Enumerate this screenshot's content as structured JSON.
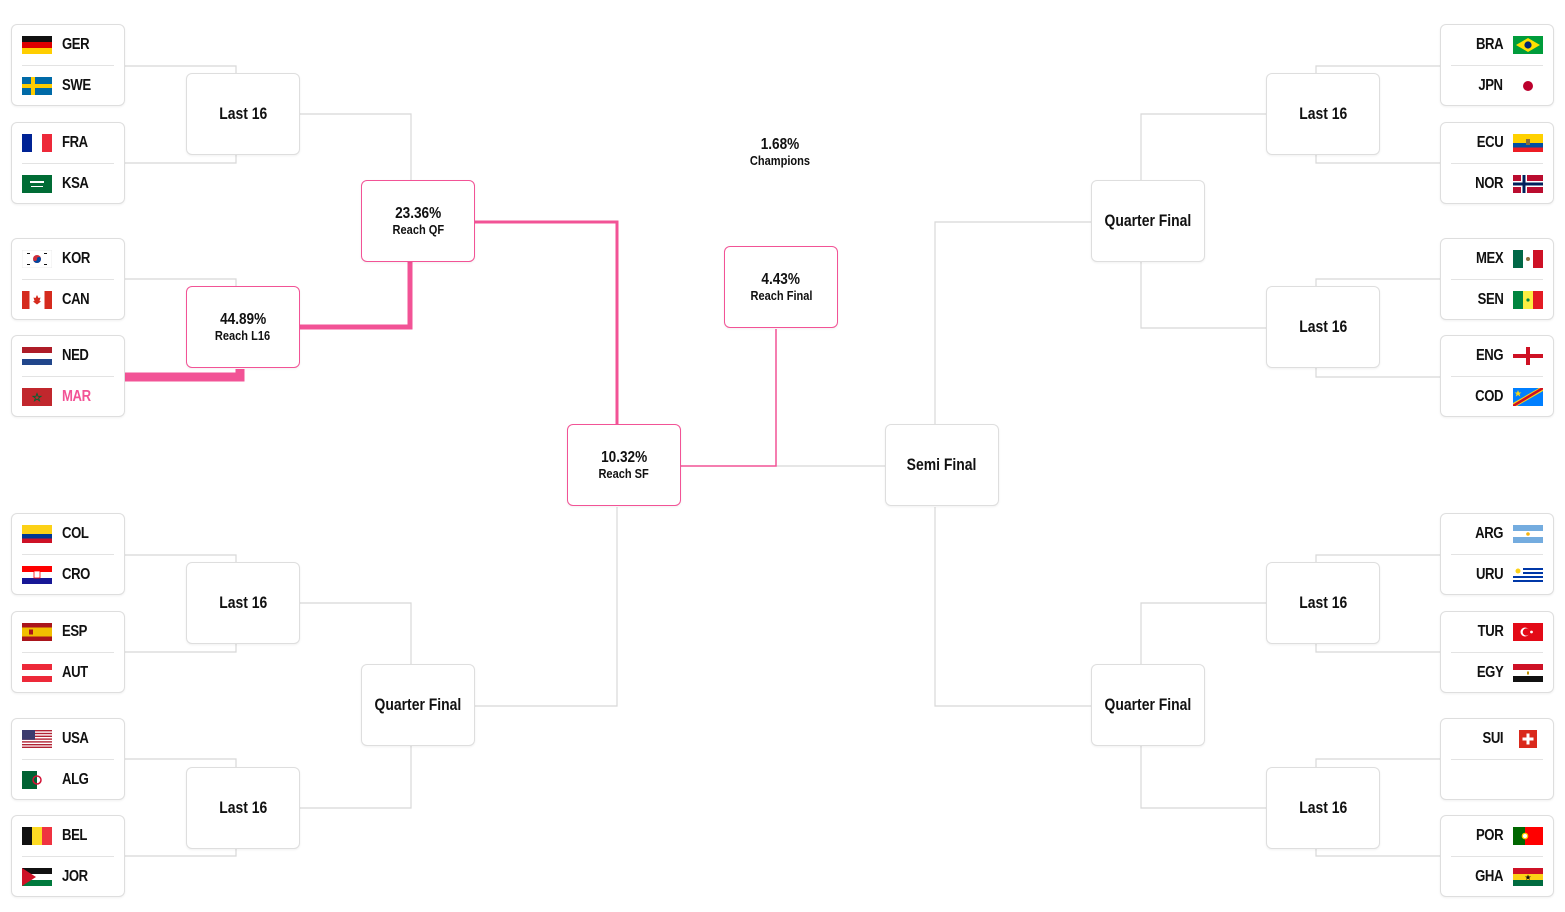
{
  "colors": {
    "accent": "#f25396",
    "line": "#d8d8d8",
    "border": "#dedede"
  },
  "left_teams": [
    {
      "code": "GER",
      "flag": "germany-flag"
    },
    {
      "code": "SWE",
      "flag": "sweden-flag"
    },
    {
      "code": "FRA",
      "flag": "france-flag"
    },
    {
      "code": "KSA",
      "flag": "saudi-arabia-flag"
    },
    {
      "code": "KOR",
      "flag": "south-korea-flag"
    },
    {
      "code": "CAN",
      "flag": "canada-flag"
    },
    {
      "code": "NED",
      "flag": "netherlands-flag"
    },
    {
      "code": "MAR",
      "flag": "morocco-flag",
      "highlight": true
    },
    {
      "code": "COL",
      "flag": "colombia-flag"
    },
    {
      "code": "CRO",
      "flag": "croatia-flag"
    },
    {
      "code": "ESP",
      "flag": "spain-flag"
    },
    {
      "code": "AUT",
      "flag": "austria-flag"
    },
    {
      "code": "USA",
      "flag": "usa-flag"
    },
    {
      "code": "ALG",
      "flag": "algeria-flag"
    },
    {
      "code": "BEL",
      "flag": "belgium-flag"
    },
    {
      "code": "JOR",
      "flag": "jordan-flag"
    }
  ],
  "right_teams": [
    {
      "code": "BRA",
      "flag": "brazil-flag"
    },
    {
      "code": "JPN",
      "flag": "japan-flag"
    },
    {
      "code": "ECU",
      "flag": "ecuador-flag"
    },
    {
      "code": "NOR",
      "flag": "norway-flag"
    },
    {
      "code": "MEX",
      "flag": "mexico-flag"
    },
    {
      "code": "SEN",
      "flag": "senegal-flag"
    },
    {
      "code": "ENG",
      "flag": "england-flag"
    },
    {
      "code": "COD",
      "flag": "dr-congo-flag"
    },
    {
      "code": "ARG",
      "flag": "argentina-flag"
    },
    {
      "code": "URU",
      "flag": "uruguay-flag"
    },
    {
      "code": "TUR",
      "flag": "turkey-flag"
    },
    {
      "code": "EGY",
      "flag": "egypt-flag"
    },
    {
      "code": "SUI",
      "flag": "switzerland-flag"
    },
    {
      "code": "",
      "flag": ""
    },
    {
      "code": "POR",
      "flag": "portugal-flag"
    },
    {
      "code": "GHA",
      "flag": "ghana-flag"
    }
  ],
  "labels": {
    "last16": "Last 16",
    "quarter_final": "Quarter Final",
    "semi_final": "Semi Final"
  },
  "probabilities": {
    "l16": {
      "pct": "44.89%",
      "label": "Reach L16"
    },
    "qf": {
      "pct": "23.36%",
      "label": "Reach QF"
    },
    "sf": {
      "pct": "10.32%",
      "label": "Reach SF"
    },
    "final": {
      "pct": "4.43%",
      "label": "Reach Final"
    },
    "champion": {
      "pct": "1.68%",
      "label": "Champions"
    }
  }
}
